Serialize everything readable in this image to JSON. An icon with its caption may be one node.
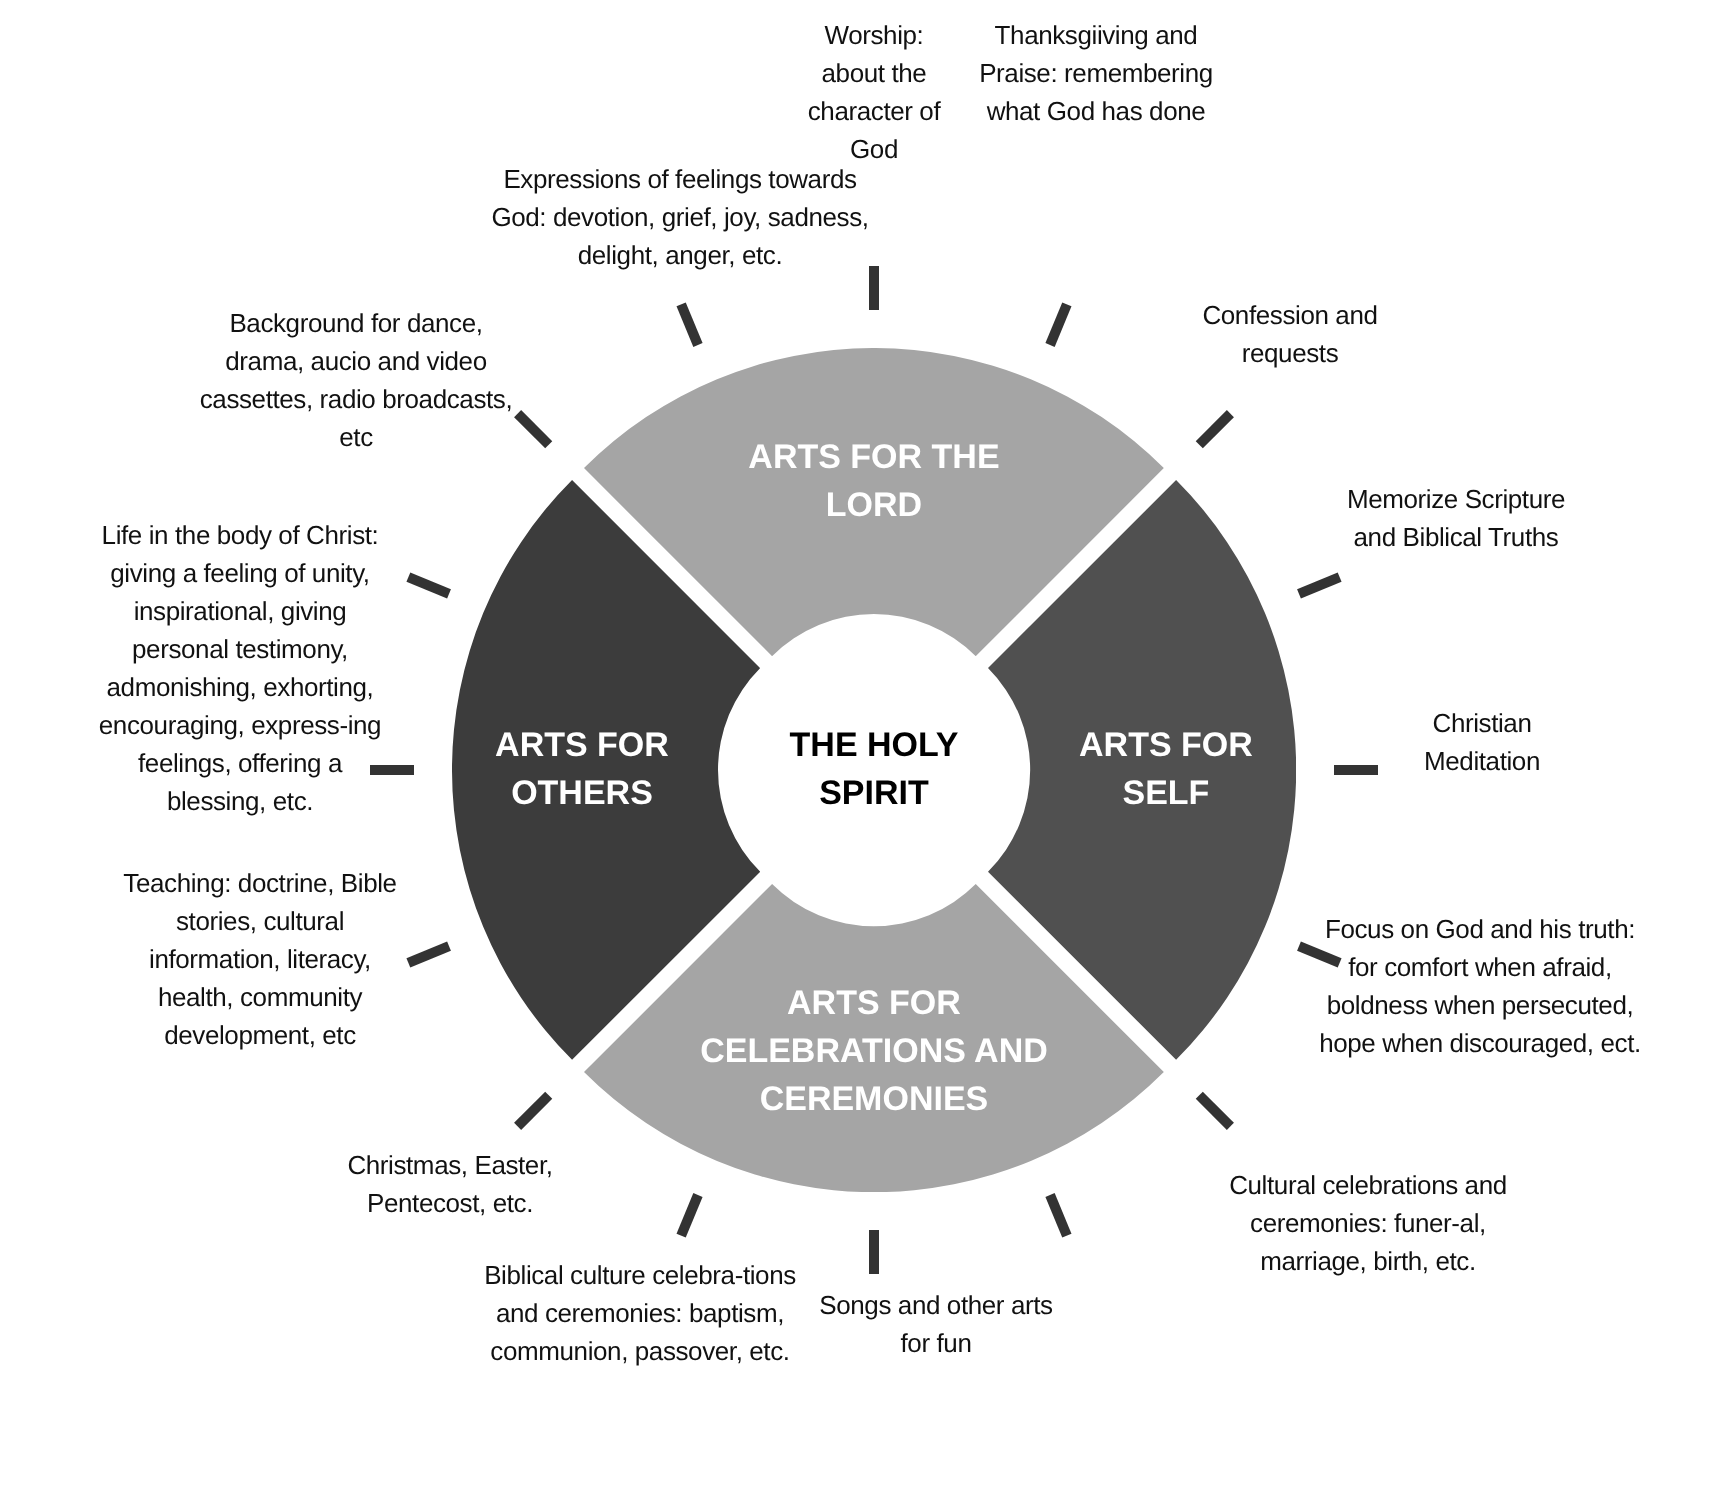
{
  "diagram": {
    "nodes": [
      {
        "text": [
          "THE HOLY SPIRIT"
        ]
      },
      {
        "text": [
          "ARTS FOR THE LORD"
        ]
      },
      {
        "text": [
          "ARTS FOR SELF"
        ]
      },
      {
        "text": [
          "ARTS FOR CELEBRATIONS AND CEREMONIES"
        ]
      },
      {
        "text": [
          "ARTS FOR OTHERS"
        ]
      }
    ],
    "labels": [
      "Worship: about the character of God",
      "Thanksgiiving and Praise: remembering what God has done",
      "Expressions of feelings towards God: devotion, grief, joy, sadness, delight, anger, etc.",
      "Confession and requests",
      "Background for dance, drama, aucio and video cassettes, radio broadcasts, etc",
      "Memorize Scripture and Biblical Truths",
      "Life in the body of Christ: giving a feeling of unity, inspirational, giving personal testimony, admonishing, exhorting, encouraging, express-ing feelings, offering a blessing, etc.",
      "Christian Meditation",
      "Teaching: doctrine, Bible stories, cultural information, literacy, health, community development, etc",
      "Focus on God and his truth: for comfort when afraid, boldness when persecuted, hope when discouraged, ect.",
      "Christmas, Easter, Pentecost, etc.",
      "Cultural celebrations and ceremonies: funer-al, marriage, birth, etc.",
      "Biblical culture celebra-tions and ceremonies: baptism, communion, passover, etc.",
      "Songs and other arts for fun"
    ]
  }
}
